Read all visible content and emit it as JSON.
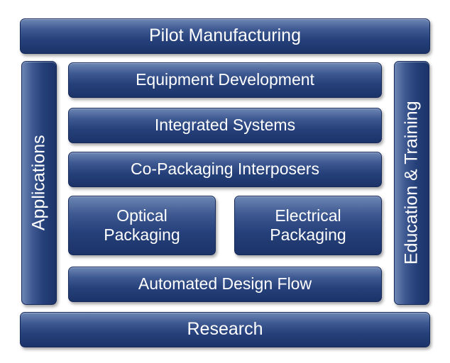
{
  "top": {
    "label": "Pilot Manufacturing"
  },
  "left": {
    "label": "Applications"
  },
  "right": {
    "label": "Education & Training"
  },
  "center": {
    "equipment": "Equipment Development",
    "integrated": "Integrated Systems",
    "copackaging": "Co-Packaging Interposers",
    "optical": "Optical\nPackaging",
    "electrical": "Electrical\nPackaging",
    "automated": "Automated Design Flow"
  },
  "bottom": {
    "label": "Research"
  }
}
